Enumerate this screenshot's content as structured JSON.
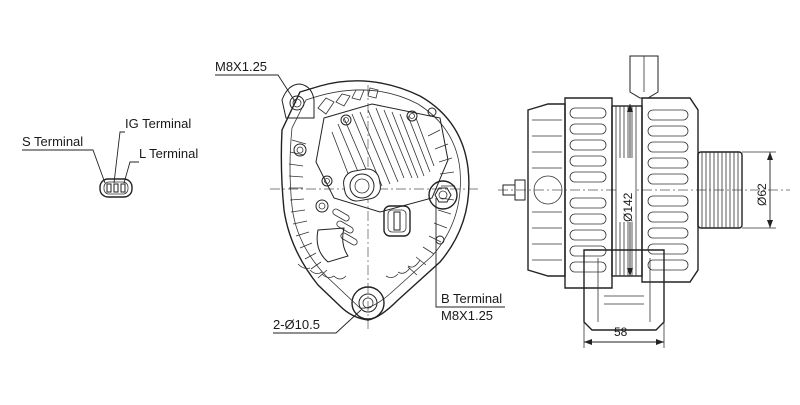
{
  "labels": {
    "s_terminal": "S Terminal",
    "ig_terminal": "IG Terminal",
    "l_terminal": "L Terminal",
    "mount_thread_top": "M8X1.25",
    "b_terminal": "B Terminal",
    "b_terminal_thread": "M8X1.25",
    "mount_holes": "2-Ø10.5"
  },
  "dimensions": {
    "stator_diameter": "Ø142",
    "pulley_diameter": "Ø62",
    "body_width": "58"
  }
}
